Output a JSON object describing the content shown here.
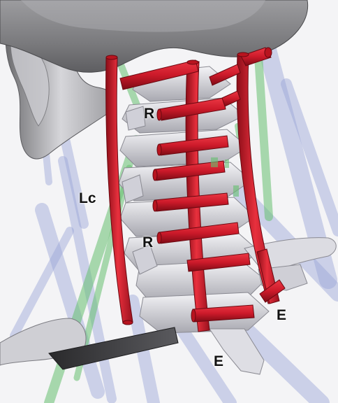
{
  "labels": {
    "longus_capitis": "Lc",
    "rotatores_upper": "R",
    "rotatores_lower": "R",
    "extensor_right": "E",
    "extensor_lower": "E"
  },
  "colors": {
    "background": "#f4f4f6",
    "muscle_red": "#d01c2c",
    "muscle_red_dark": "#8c0d18",
    "bone_white": "#e6e6ea",
    "bone_shadow": "#9a9aa2",
    "skull_gray": "#7f7f82",
    "muscle_blue": "#9aa3d6",
    "muscle_green": "#66c070"
  }
}
